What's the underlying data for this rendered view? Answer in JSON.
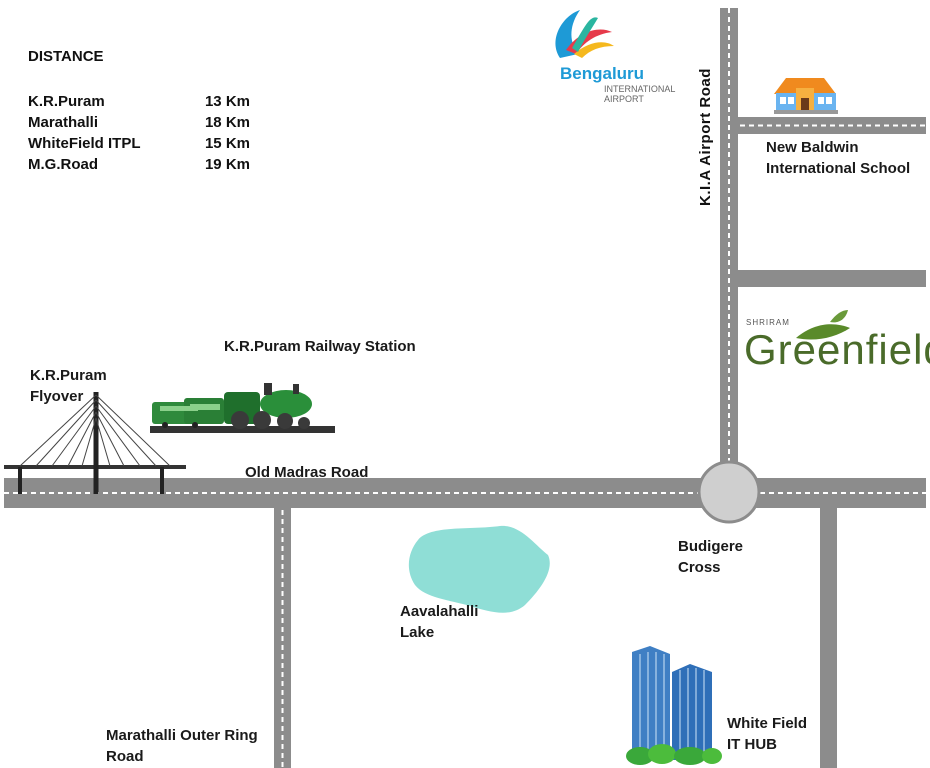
{
  "distance": {
    "title": "DISTANCE",
    "rows": [
      {
        "place": "K.R.Puram",
        "km": "13 Km"
      },
      {
        "place": "Marathalli",
        "km": "18 Km"
      },
      {
        "place": "WhiteField ITPL",
        "km": "15 Km"
      },
      {
        "place": "M.G.Road",
        "km": "19 Km"
      }
    ]
  },
  "roads": {
    "old_madras": "Old Madras Road",
    "kia_airport": "K.I.A  Airport Road",
    "outer_ring": "Marathalli Outer Ring\nRoad"
  },
  "landmarks": {
    "railway_station": "K.R.Puram Railway Station",
    "flyover": "K.R.Puram\nFlyover",
    "school": "New Baldwin\nInternational School",
    "budigere": "Budigere\nCross",
    "lake": "Aavalahalli\nLake",
    "it_hub": "White Field\nIT HUB"
  },
  "logos": {
    "airport_name": "Bengaluru",
    "airport_sub": "INTERNATIONAL\nAIRPORT",
    "project_brand": "SHRIRAM",
    "project_name": "Greenfield"
  },
  "colors": {
    "road": "#8c8c8c",
    "road_marking": "#ffffff",
    "lake": "#8fded6",
    "circle": "#cfcfcf",
    "greenfield": "#4a6b2a",
    "airport_blue": "#1e9ad6"
  }
}
